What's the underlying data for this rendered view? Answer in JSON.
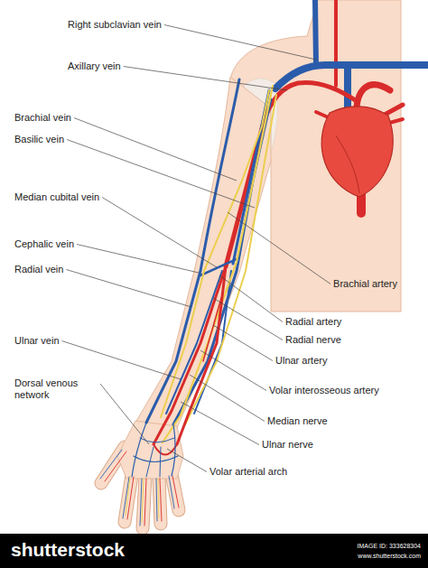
{
  "diagram": {
    "labels": [
      "Right subclavian vein",
      "Axillary vein",
      "Brachial vein",
      "Basilic vein",
      "Median cubital vein",
      "Cephalic vein",
      "Radial vein",
      "Ulnar vein",
      "Dorsal venous network",
      "Brachial artery",
      "Radial artery",
      "Radial nerve",
      "Ulnar artery",
      "Volar interosseous artery",
      "Median nerve",
      "Ulnar nerve",
      "Volar arterial arch",
      "shutterstock",
      "IMAGE ID: 333628304",
      "www.shutterstock.com"
    ]
  }
}
